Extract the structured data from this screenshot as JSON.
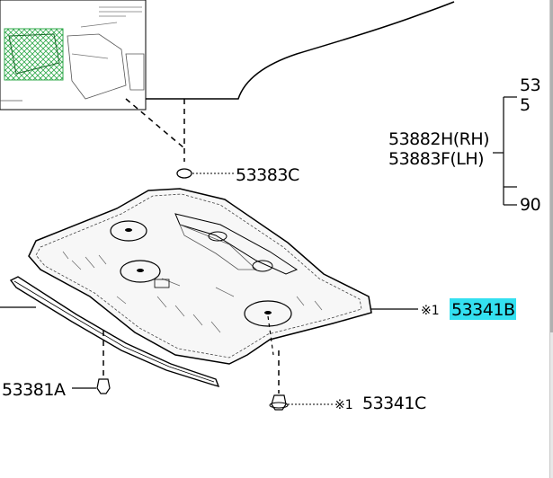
{
  "parts": {
    "clip_top": "53383C",
    "trim_right_rh": "53882H(RH)",
    "trim_right_lh": "53883F(LH)",
    "partial_53": "53",
    "partial_5": "5",
    "partial_90": "90",
    "main_prefix": "※1",
    "main_part": "53341B",
    "clip_bottom_prefix": "※1",
    "clip_bottom": "53341C",
    "seal_left": "53381A"
  },
  "colors": {
    "highlight": "#33e0f0",
    "thumbnail_grid": "#2fa84a"
  }
}
